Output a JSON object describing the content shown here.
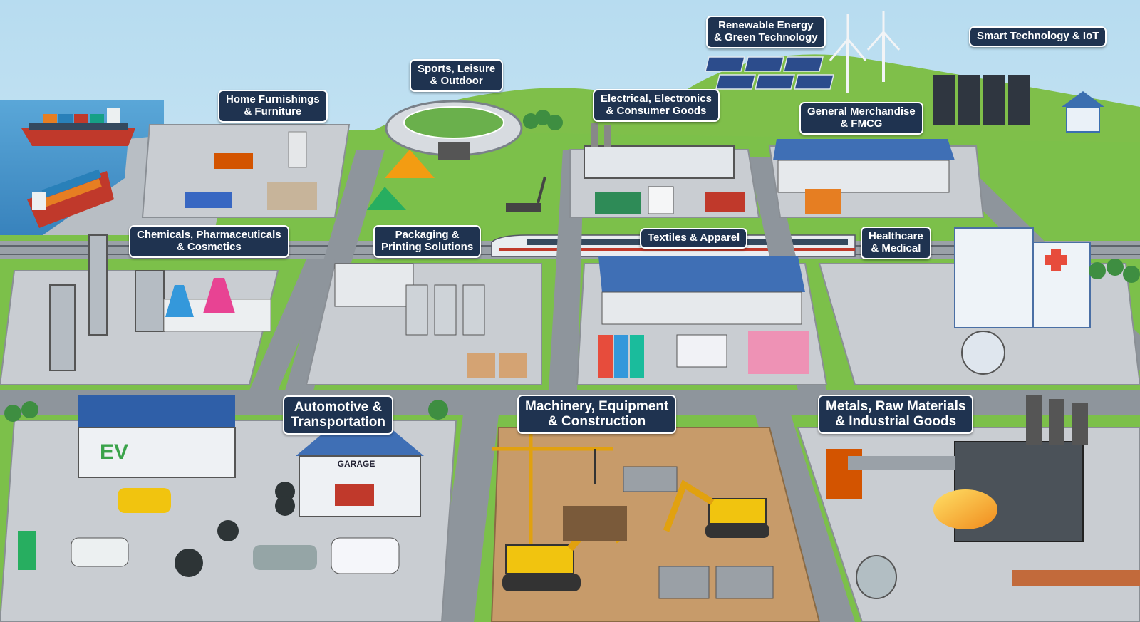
{
  "labels": {
    "renewable": [
      "Renewable Energy",
      "& Green Technology"
    ],
    "smart_tech": [
      "Smart Technology & IoT"
    ],
    "sports": [
      "Sports, Leisure",
      "& Outdoor"
    ],
    "home": [
      "Home Furnishings",
      "& Furniture"
    ],
    "electrical": [
      "Electrical, Electronics",
      "& Consumer Goods"
    ],
    "general": [
      "General Merchandise",
      "& FMCG"
    ],
    "chemicals": [
      "Chemicals, Pharmaceuticals",
      "& Cosmetics"
    ],
    "packaging": [
      "Packaging &",
      "Printing Solutions"
    ],
    "textiles": [
      "Textiles & Apparel"
    ],
    "healthcare": [
      "Healthcare",
      "& Medical"
    ],
    "automotive": [
      "Automotive &",
      "Transportation"
    ],
    "machinery": [
      "Machinery, Equipment",
      "& Construction"
    ],
    "metals": [
      "Metals, Raw Materials",
      "& Industrial Goods"
    ]
  },
  "signs": {
    "garage": "GARAGE",
    "ev": "EV"
  },
  "colors": {
    "label_bg": "#1f3350",
    "grass": "#8bc34a",
    "road": "#8e959c",
    "sea": "#3f8fc9",
    "sky": "#cfe6f3"
  }
}
